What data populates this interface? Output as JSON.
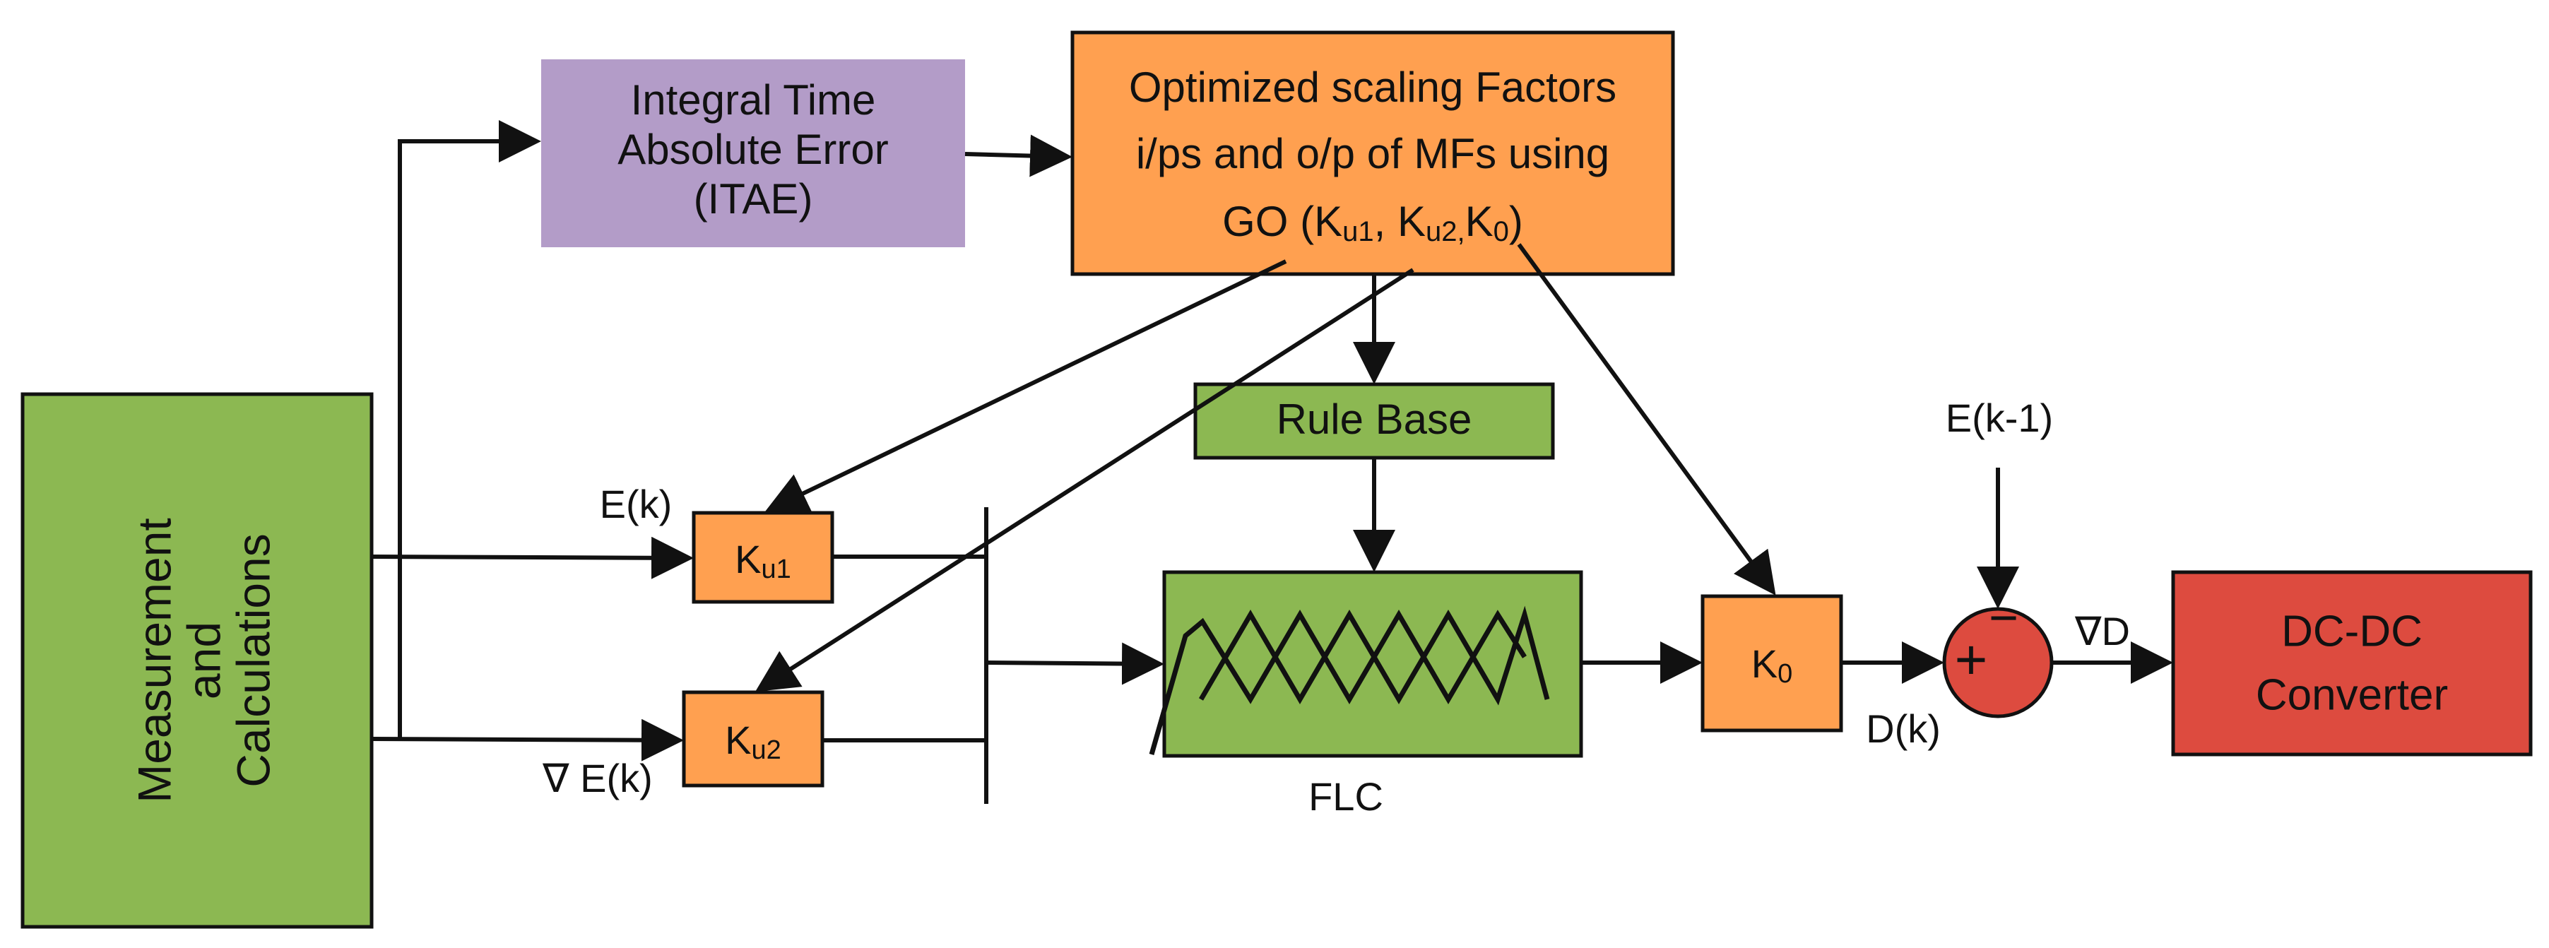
{
  "colors": {
    "measure_fill": "#8cb852",
    "itae_fill": "#b39cc8",
    "optimizer_fill": "#ffa050",
    "gain_fill": "#ffa050",
    "rulebase_fill": "#8cb852",
    "flc_fill": "#8cb852",
    "converter_fill": "#dd4b3f",
    "summer_fill": "#dd4b3f",
    "stroke": "#111111"
  },
  "blocks": {
    "measurement": {
      "line1": "Measurement",
      "line2": "and",
      "line3": "Calculations"
    },
    "itae": {
      "line1": "Integral Time",
      "line2": "Absolute Error",
      "line3": "(ITAE)"
    },
    "optimizer": {
      "line1": "Optimized scaling Factors",
      "line2": "i/ps and o/p of MFs using",
      "line3_a": "GO (K",
      "line3_sub1": "u1",
      "line3_b": ", K",
      "line3_sub2": "u2,",
      "line3_c": "K",
      "line3_sub3": "0",
      "line3_d": ")"
    },
    "ku1": {
      "main": "K",
      "sub": "u1"
    },
    "ku2": {
      "main": "K",
      "sub": "u2"
    },
    "rule_base": {
      "label": "Rule Base"
    },
    "flc": {
      "label": "FLC"
    },
    "k0": {
      "main": "K",
      "sub": "0"
    },
    "converter": {
      "line1": "DC-DC",
      "line2": "Converter"
    }
  },
  "signals": {
    "error": "E(k)",
    "delta_error": "∇ E(k)",
    "prev_error": "E(k-1)",
    "duty": "D(k)",
    "delta_duty": "∇D"
  },
  "summer": {
    "minus": "−",
    "plus": "+"
  }
}
